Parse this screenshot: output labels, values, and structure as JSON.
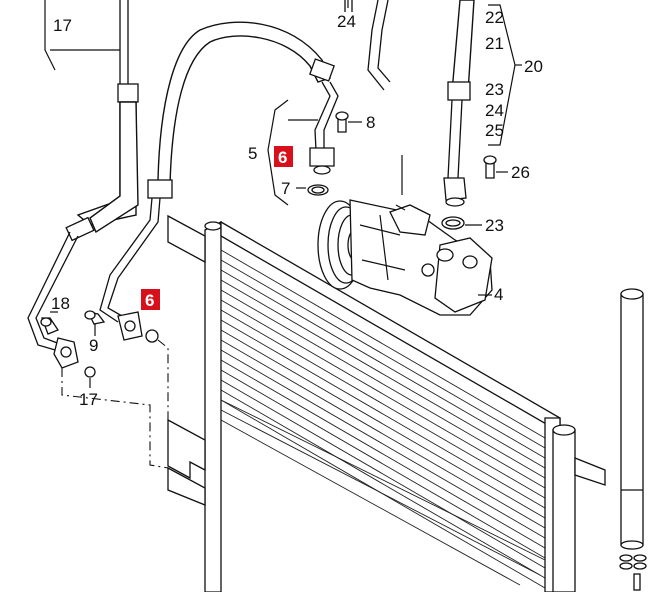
{
  "callouts": {
    "c17a": "17",
    "c24a": "24",
    "c22": "22",
    "c21": "21",
    "c20": "20",
    "c23a": "23",
    "c24b": "24",
    "c25": "25",
    "c8": "8",
    "c5": "5",
    "c6a": "6",
    "c7": "7",
    "c26": "26",
    "c23b": "23",
    "c18": "18",
    "c6b": "6",
    "c4": "4",
    "c9": "9",
    "c17b": "17"
  },
  "colors": {
    "highlight_tag": "#d8101c",
    "line": "#111111",
    "background": "#ffffff"
  }
}
